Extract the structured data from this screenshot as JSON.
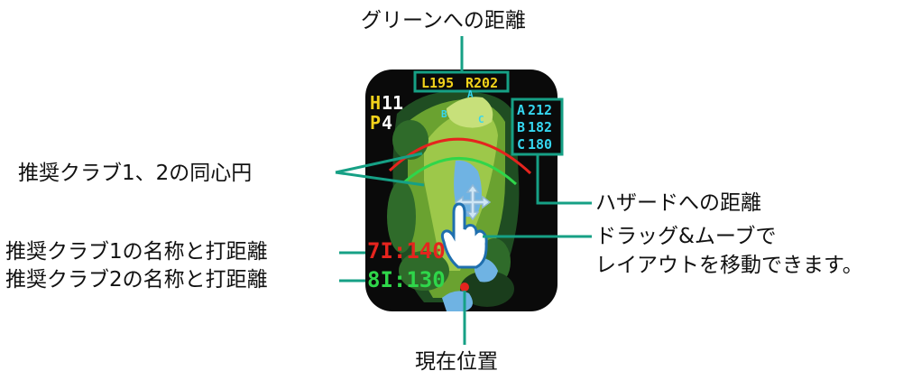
{
  "labels": {
    "green_distance": "グリーンへの距離",
    "club_arcs": "推奨クラブ1、2の同心円",
    "hazard_distance": "ハザードへの距離",
    "drag_line1": "ドラッグ&ムーブで",
    "drag_line2": "レイアウトを移動できます。",
    "club1_info": "推奨クラブ1の名称と打距離",
    "club2_info": "推奨クラブ2の名称と打距離",
    "current_position": "現在位置"
  },
  "watch": {
    "green_left": "L195",
    "green_right": "R202",
    "hole_letter": "H",
    "hole_number": "11",
    "par_letter": "P",
    "par_number": "4",
    "hazards": [
      {
        "letter": "A",
        "distance": "212"
      },
      {
        "letter": "B",
        "distance": "182"
      },
      {
        "letter": "C",
        "distance": "180"
      }
    ],
    "hazard_markers": [
      "A",
      "B",
      "C"
    ],
    "club1": "7I:140",
    "club2": "8I:130"
  },
  "colors": {
    "connector": "#16a085",
    "yellow": "#f2d21b",
    "cyan": "#35d6ef",
    "club1": "#e5241e",
    "club2": "#2fd64a",
    "screen_bg": "#0a0a0a"
  }
}
